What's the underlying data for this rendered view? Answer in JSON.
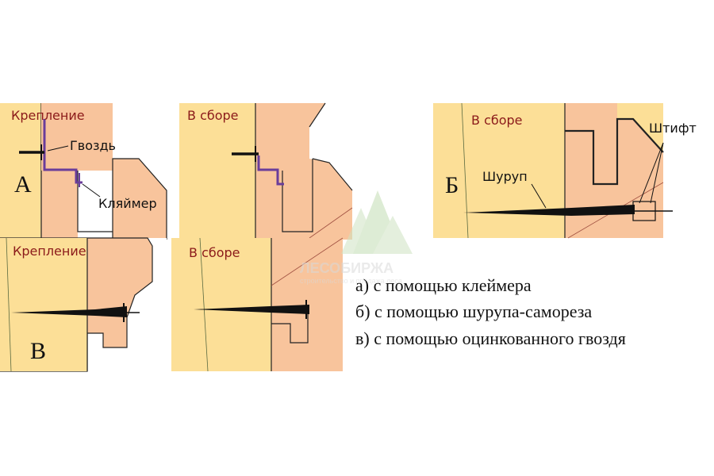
{
  "panels": {
    "a_fastening": {
      "title": "Крепление",
      "letter": "А",
      "nail_label": "Гвоздь",
      "clip_label": "Кляймер"
    },
    "a_assembled": {
      "title": "В сборе"
    },
    "b_assembled": {
      "title": "В сборе",
      "letter": "Б",
      "screw_label": "Шуруп",
      "pin_label": "Штифт"
    },
    "v_fastening": {
      "title": "Крепление",
      "letter": "В"
    },
    "v_assembled": {
      "title": "В сборе"
    }
  },
  "legend": {
    "a": "а)  с помощью клеймера",
    "b": "б)  с помощью шурупа-самореза",
    "v": "в)  с помощью оцинкованного гвоздя"
  },
  "watermark": {
    "name": "ЛЕСОБИРЖА",
    "tagline": "строительство и продажа леса"
  },
  "colors": {
    "wood_light": "#fcdf97",
    "wood_peach": "#f8c49c",
    "outline": "#222222",
    "clip": "#6a3d9a",
    "title_text": "#8b1a1a"
  }
}
